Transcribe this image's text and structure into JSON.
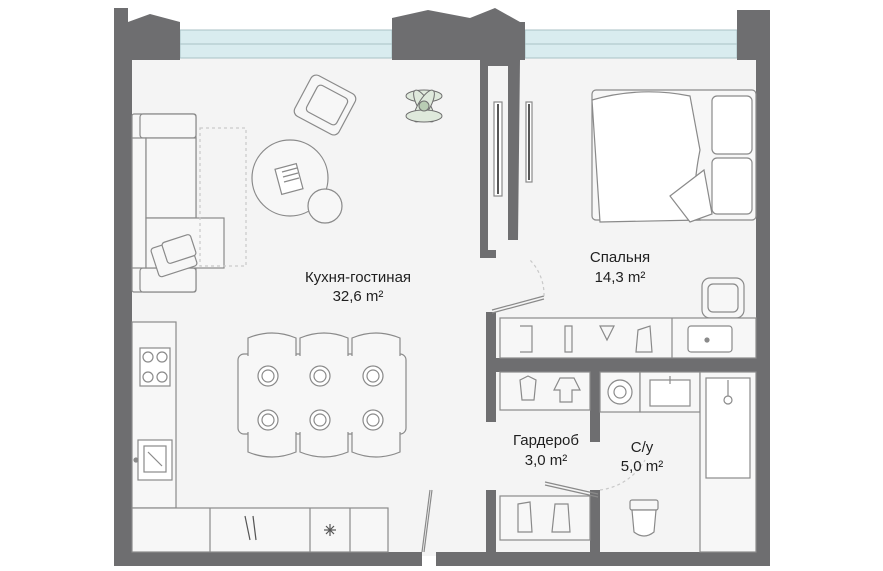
{
  "rooms": {
    "living": {
      "name": "Кухня-гостиная",
      "area": "32,6 m²"
    },
    "bedroom": {
      "name": "Спальня",
      "area": "14,3 m²"
    },
    "wardrobe": {
      "name": "Гардероб",
      "area": "3,0 m²"
    },
    "bathroom": {
      "name": "С/у",
      "area": "5,0 m²"
    }
  },
  "colors": {
    "wall": "#6e6e70",
    "floor": "#f4f4f4",
    "window": "#d9ecef",
    "furniture": "#cfcfcf",
    "furniture_fill": "#f7f7f7",
    "line": "#555555"
  }
}
